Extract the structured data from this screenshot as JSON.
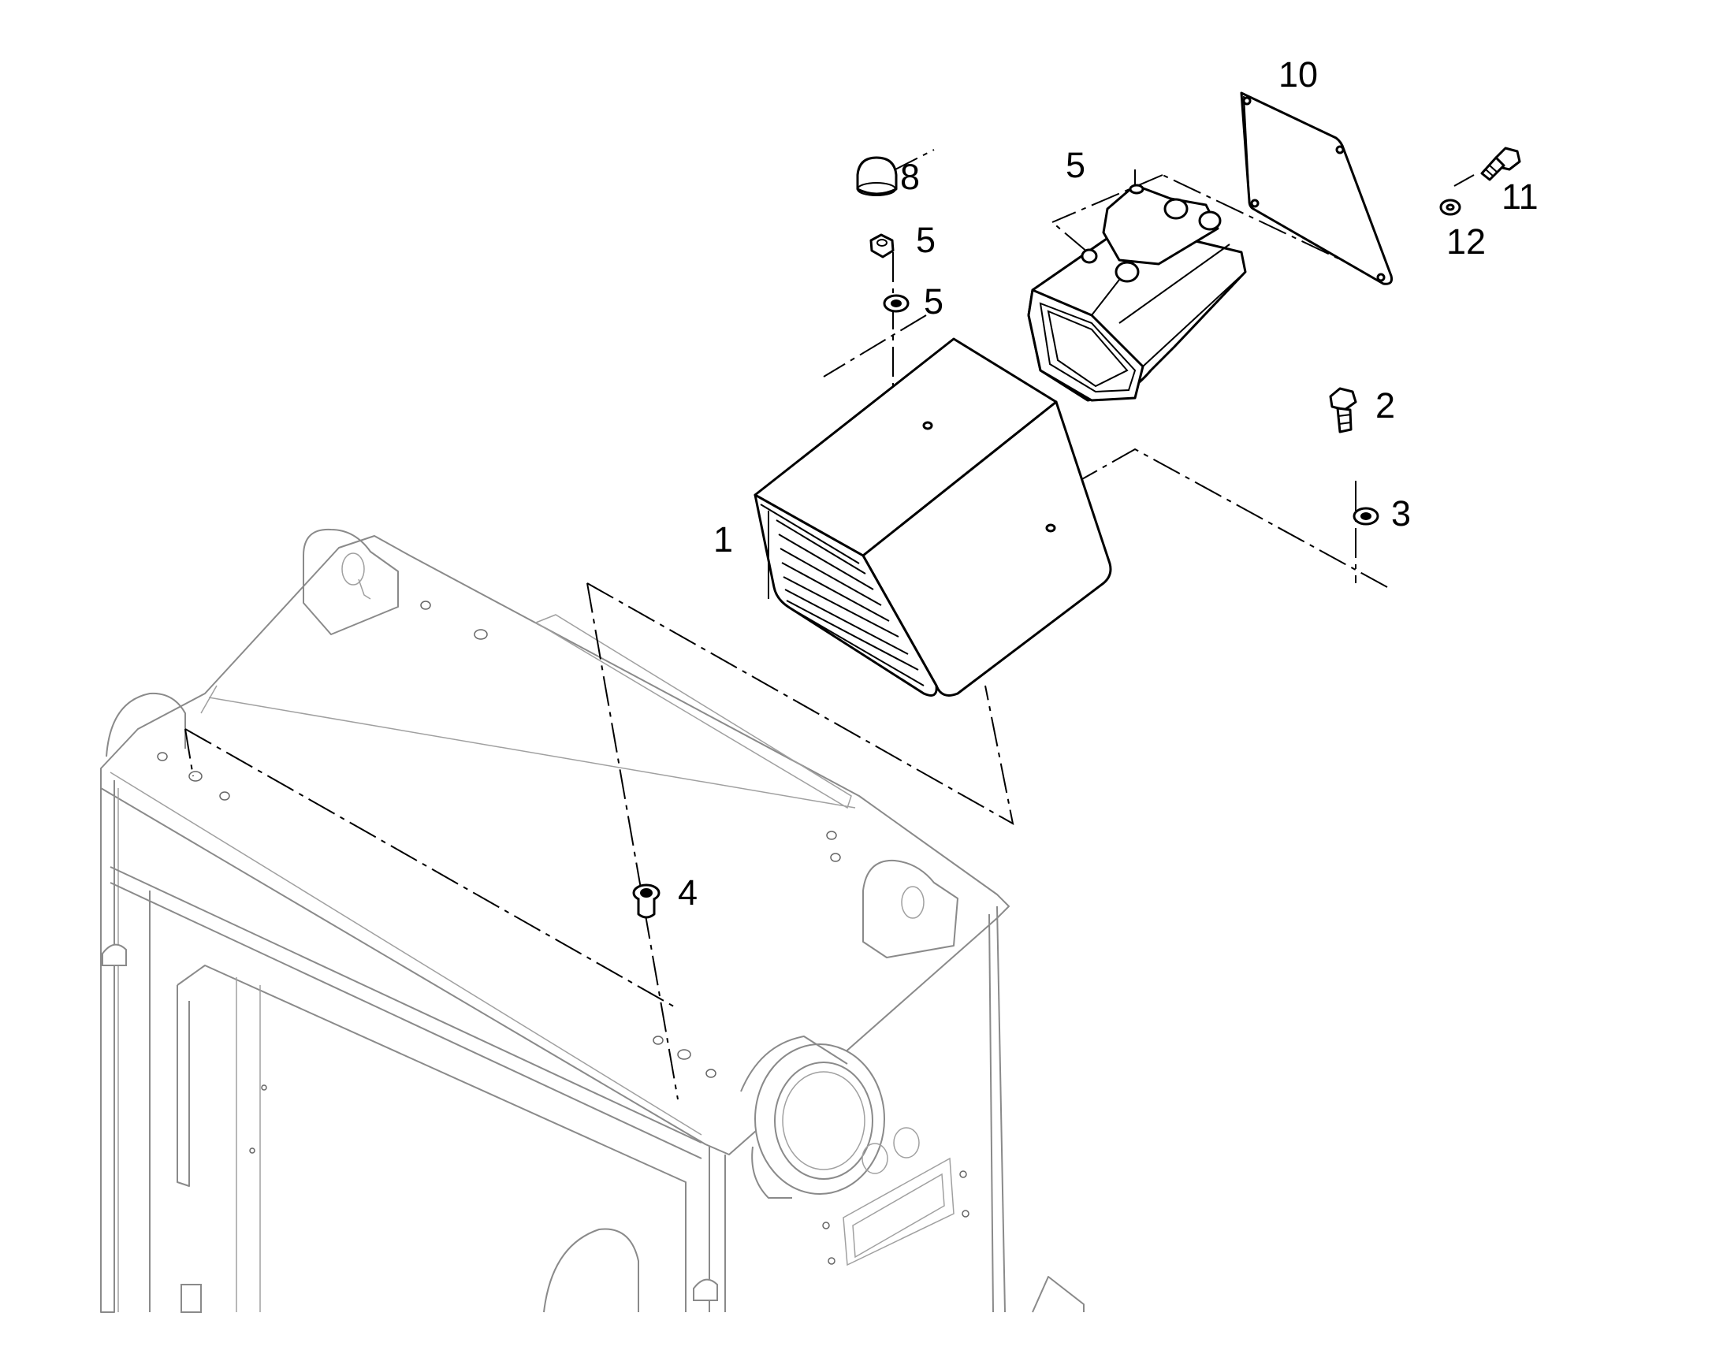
{
  "diagram": {
    "callouts": [
      {
        "id": "c1",
        "text": "1"
      },
      {
        "id": "c2",
        "text": "2"
      },
      {
        "id": "c3",
        "text": "3"
      },
      {
        "id": "c4",
        "text": "4"
      },
      {
        "id": "c5a",
        "text": "5"
      },
      {
        "id": "c5b",
        "text": "5"
      },
      {
        "id": "c5c",
        "text": "5"
      },
      {
        "id": "c8",
        "text": "8"
      },
      {
        "id": "c10",
        "text": "10"
      },
      {
        "id": "c11",
        "text": "11"
      },
      {
        "id": "c12",
        "text": "12"
      }
    ]
  }
}
